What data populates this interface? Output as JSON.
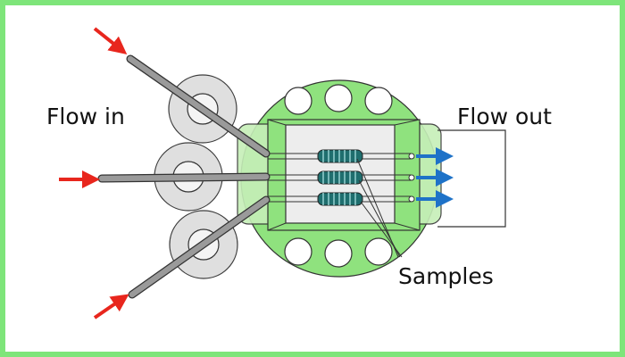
{
  "labels": {
    "flow_in": "Flow in",
    "flow_out": "Flow out",
    "samples": "Samples"
  },
  "colors": {
    "frame_border": "#7ee57a",
    "chamber_fill": "#8fe27e",
    "chamber_light": "#c6efb8",
    "inlet_arrow": "#e8261d",
    "outlet_arrow": "#1e72c8",
    "disc_fill": "#dedede",
    "tube_fill": "#9a9a9a",
    "sample_fill": "#1f6e6e"
  },
  "icons": {
    "inlet_arrow": "red-arrow-icon",
    "outlet_arrow": "blue-arrow-icon"
  }
}
